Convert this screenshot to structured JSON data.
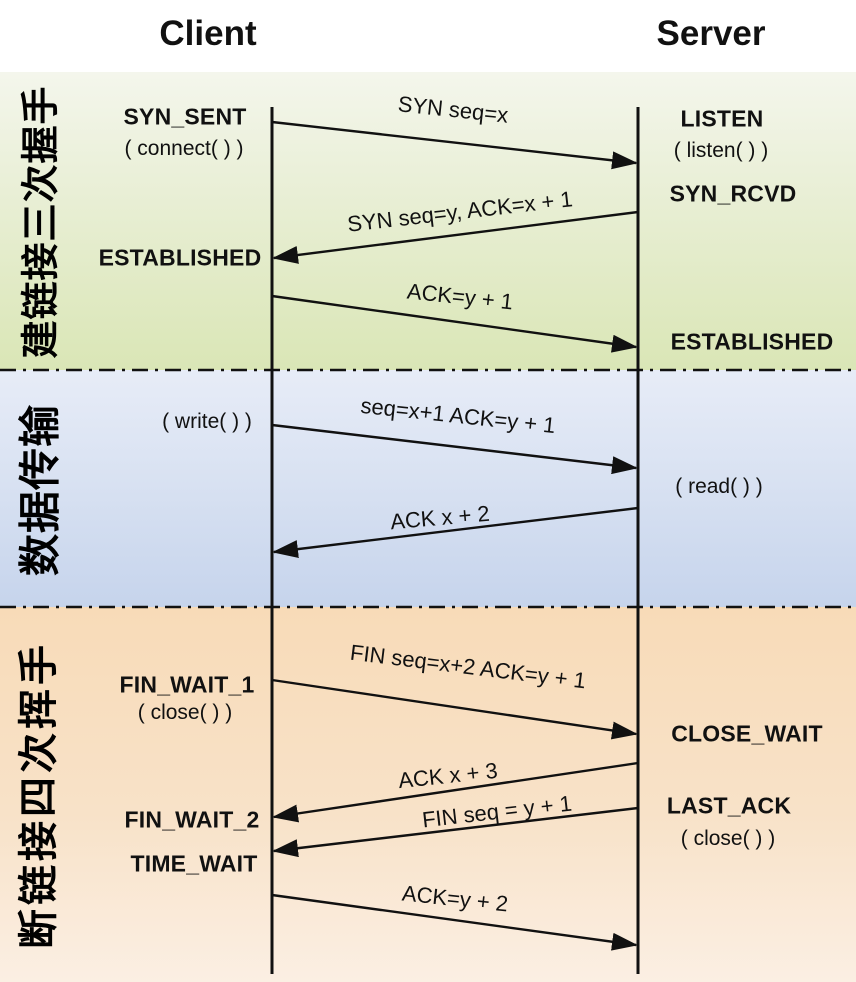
{
  "title": {
    "client": "Client",
    "server": "Server"
  },
  "sections": [
    {
      "label": "建链接三次握手",
      "meaning": "three-way handshake (connection setup)",
      "color_top": "#f4f6ec",
      "color_bottom": "#dae6b6"
    },
    {
      "label": "数据传输",
      "meaning": "data transfer",
      "color_top": "#e7ecf7",
      "color_bottom": "#c6d4ec"
    },
    {
      "label": "断链接四次挥手",
      "meaning": "four-way handshake (connection teardown)",
      "color_top": "#f8dbb8",
      "color_bottom": "#fbefe3"
    }
  ],
  "client_states": {
    "syn_sent": "SYN_SENT",
    "connect_call": "( connect( ) )",
    "established": "ESTABLISHED",
    "write_call": "( write( ) )",
    "fin_wait_1": "FIN_WAIT_1",
    "close_call": "( close( ) )",
    "fin_wait_2": "FIN_WAIT_2",
    "time_wait": "TIME_WAIT"
  },
  "server_states": {
    "listen": "LISTEN",
    "listen_call": "( listen( ) )",
    "syn_rcvd": "SYN_RCVD",
    "established": "ESTABLISHED",
    "read_call": "( read( ) )",
    "close_wait": "CLOSE_WAIT",
    "last_ack": "LAST_ACK",
    "close_call": "( close( ) )"
  },
  "messages": [
    {
      "label": "SYN seq=x",
      "direction": "client-to-server"
    },
    {
      "label": "SYN seq=y, ACK=x + 1",
      "direction": "server-to-client"
    },
    {
      "label": "ACK=y + 1",
      "direction": "client-to-server"
    },
    {
      "label": "seq=x+1 ACK=y + 1",
      "direction": "client-to-server"
    },
    {
      "label": "ACK x + 2",
      "direction": "server-to-client"
    },
    {
      "label": "FIN seq=x+2 ACK=y + 1",
      "direction": "client-to-server"
    },
    {
      "label": "ACK x + 3",
      "direction": "server-to-client"
    },
    {
      "label": "FIN seq = y + 1",
      "direction": "server-to-client"
    },
    {
      "label": "ACK=y + 2",
      "direction": "client-to-server"
    }
  ],
  "colors": {
    "line": "#111111",
    "text": "#111111",
    "background": "#ffffff"
  }
}
